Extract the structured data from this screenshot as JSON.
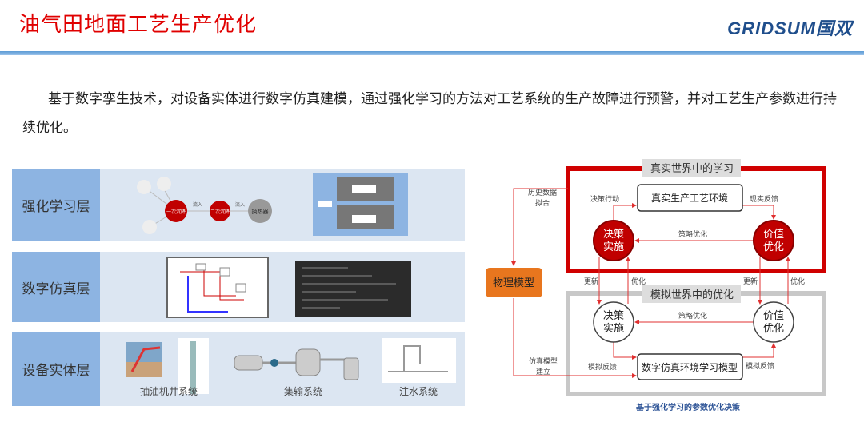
{
  "header": {
    "title": "油气田地面工艺生产优化",
    "logo": "GRIDSUM国双"
  },
  "intro": "基于数字孪生技术，对设备实体进行数字仿真建模，通过强化学习的方法对工艺系统的生产故障进行预警，并对工艺生产参数进行持续优化。",
  "layers": [
    {
      "label": "强化学习层",
      "nodes": {
        "n1": "一次沉降",
        "n2": "二次沉降",
        "n3": "换热器",
        "edge": "流入"
      }
    },
    {
      "label": "数字仿真层"
    },
    {
      "label": "设备实体层",
      "captions": [
        "抽油机井系统",
        "集输系统",
        "注水系统"
      ]
    }
  ],
  "diagram": {
    "real_title": "真实世界中的学习",
    "sim_title": "模拟世界中的优化",
    "real_env": "真实生产工艺环境",
    "sim_env": "数字仿真环境学习模型",
    "physical_model": "物理模型",
    "decision": [
      "决策",
      "实施"
    ],
    "value": [
      "价值",
      "优化"
    ],
    "decision_action": "决策行动",
    "real_feedback": "现实反馈",
    "strategy_opt": "策略优化",
    "update": "更新",
    "optimize": "优化",
    "sim_feedback": "模拟反馈",
    "history_fit": [
      "历史数据",
      "拟合"
    ],
    "sim_build": [
      "仿真模型",
      "建立"
    ],
    "caption": "基于强化学习的参数优化决策"
  },
  "colors": {
    "accent": "#e00000",
    "brand": "#1f4e8c",
    "orange": "#e8761e"
  }
}
